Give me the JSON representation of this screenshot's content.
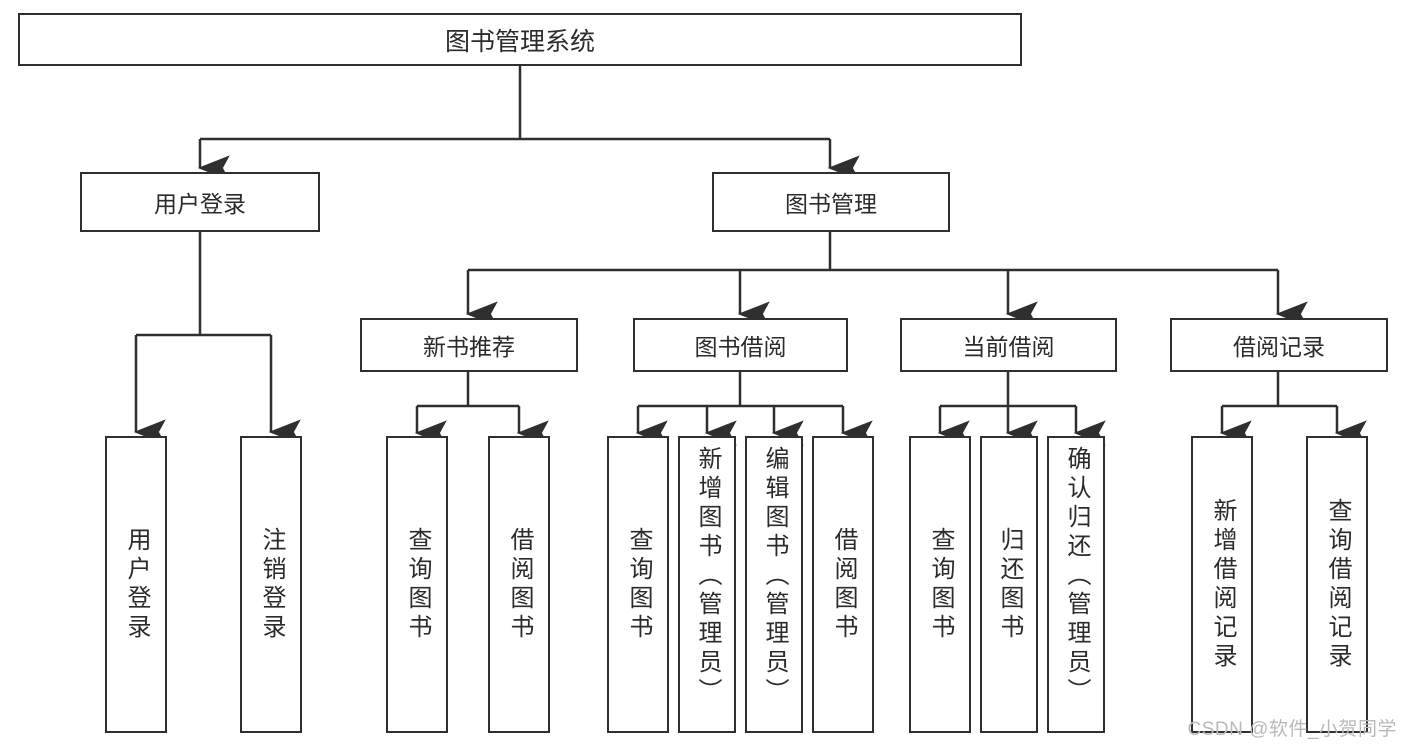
{
  "diagram": {
    "title": "图书管理系统",
    "type": "tree",
    "watermark": "CSDN @软件_小贺同学",
    "colors": {
      "background": "#ffffff",
      "line": "#2f2f2f",
      "box_border": "#2f2f2f",
      "text": "#2b2b2b",
      "watermark": "#b9b9b9"
    },
    "root": {
      "label": "图书管理系统"
    },
    "level2": [
      {
        "label": "用户登录"
      },
      {
        "label": "图书管理"
      }
    ],
    "level3": [
      {
        "label": "新书推荐"
      },
      {
        "label": "图书借阅"
      },
      {
        "label": "当前借阅"
      },
      {
        "label": "借阅记录"
      }
    ],
    "leaves": {
      "user_login": [
        {
          "label": "用户登录"
        },
        {
          "label": "注销登录"
        }
      ],
      "new_book_rec": [
        {
          "label": "查询图书"
        },
        {
          "label": "借阅图书"
        }
      ],
      "book_borrow": [
        {
          "label": "查询图书"
        },
        {
          "label": "新增图书（管理员）"
        },
        {
          "label": "编辑图书（管理员）"
        },
        {
          "label": "借阅图书"
        }
      ],
      "current_borrow": [
        {
          "label": "查询图书"
        },
        {
          "label": "归还图书"
        },
        {
          "label": "确认归还（管理员）"
        }
      ],
      "borrow_record": [
        {
          "label": "新增借阅记录"
        },
        {
          "label": "查询借阅记录"
        }
      ]
    }
  }
}
